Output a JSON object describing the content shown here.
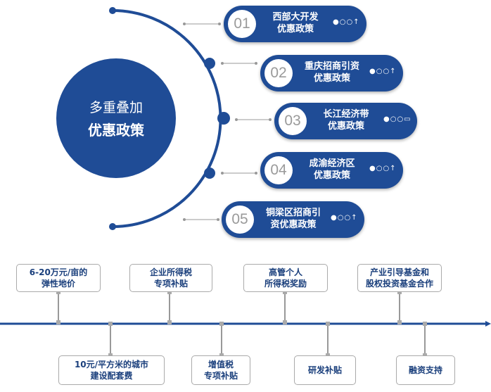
{
  "center": {
    "line1": "多重叠加",
    "line2": "优惠政策"
  },
  "policies": [
    {
      "num": "01",
      "line1": "西部大开发",
      "line2": "优惠政策"
    },
    {
      "num": "02",
      "line1": "重庆招商引资",
      "line2": "优惠政策"
    },
    {
      "num": "03",
      "line1": "长江经济带",
      "line2": "优惠政策"
    },
    {
      "num": "04",
      "line1": "成渝经济区",
      "line2": "优惠政策"
    },
    {
      "num": "05",
      "line1": "铜梁区招商引",
      "line2": "资优惠政策"
    }
  ],
  "timeline_top": [
    {
      "line1": "6-20万元/亩的",
      "line2": "弹性地价"
    },
    {
      "line1": "企业所得税",
      "line2": "专项补贴"
    },
    {
      "line1": "高管个人",
      "line2": "所得税奖励"
    },
    {
      "line1": "产业引导基金和",
      "line2": "股权投资基金合作"
    }
  ],
  "timeline_bottom": [
    {
      "line1": "10元/平方米的城市",
      "line2": "建设配套费"
    },
    {
      "line1": "增值税",
      "line2": "专项补贴"
    },
    {
      "line1": "研发补贴",
      "line2": ""
    },
    {
      "line1": "融资支持",
      "line2": ""
    }
  ],
  "colors": {
    "primary": "#1f4c96",
    "connector": "#999999"
  }
}
